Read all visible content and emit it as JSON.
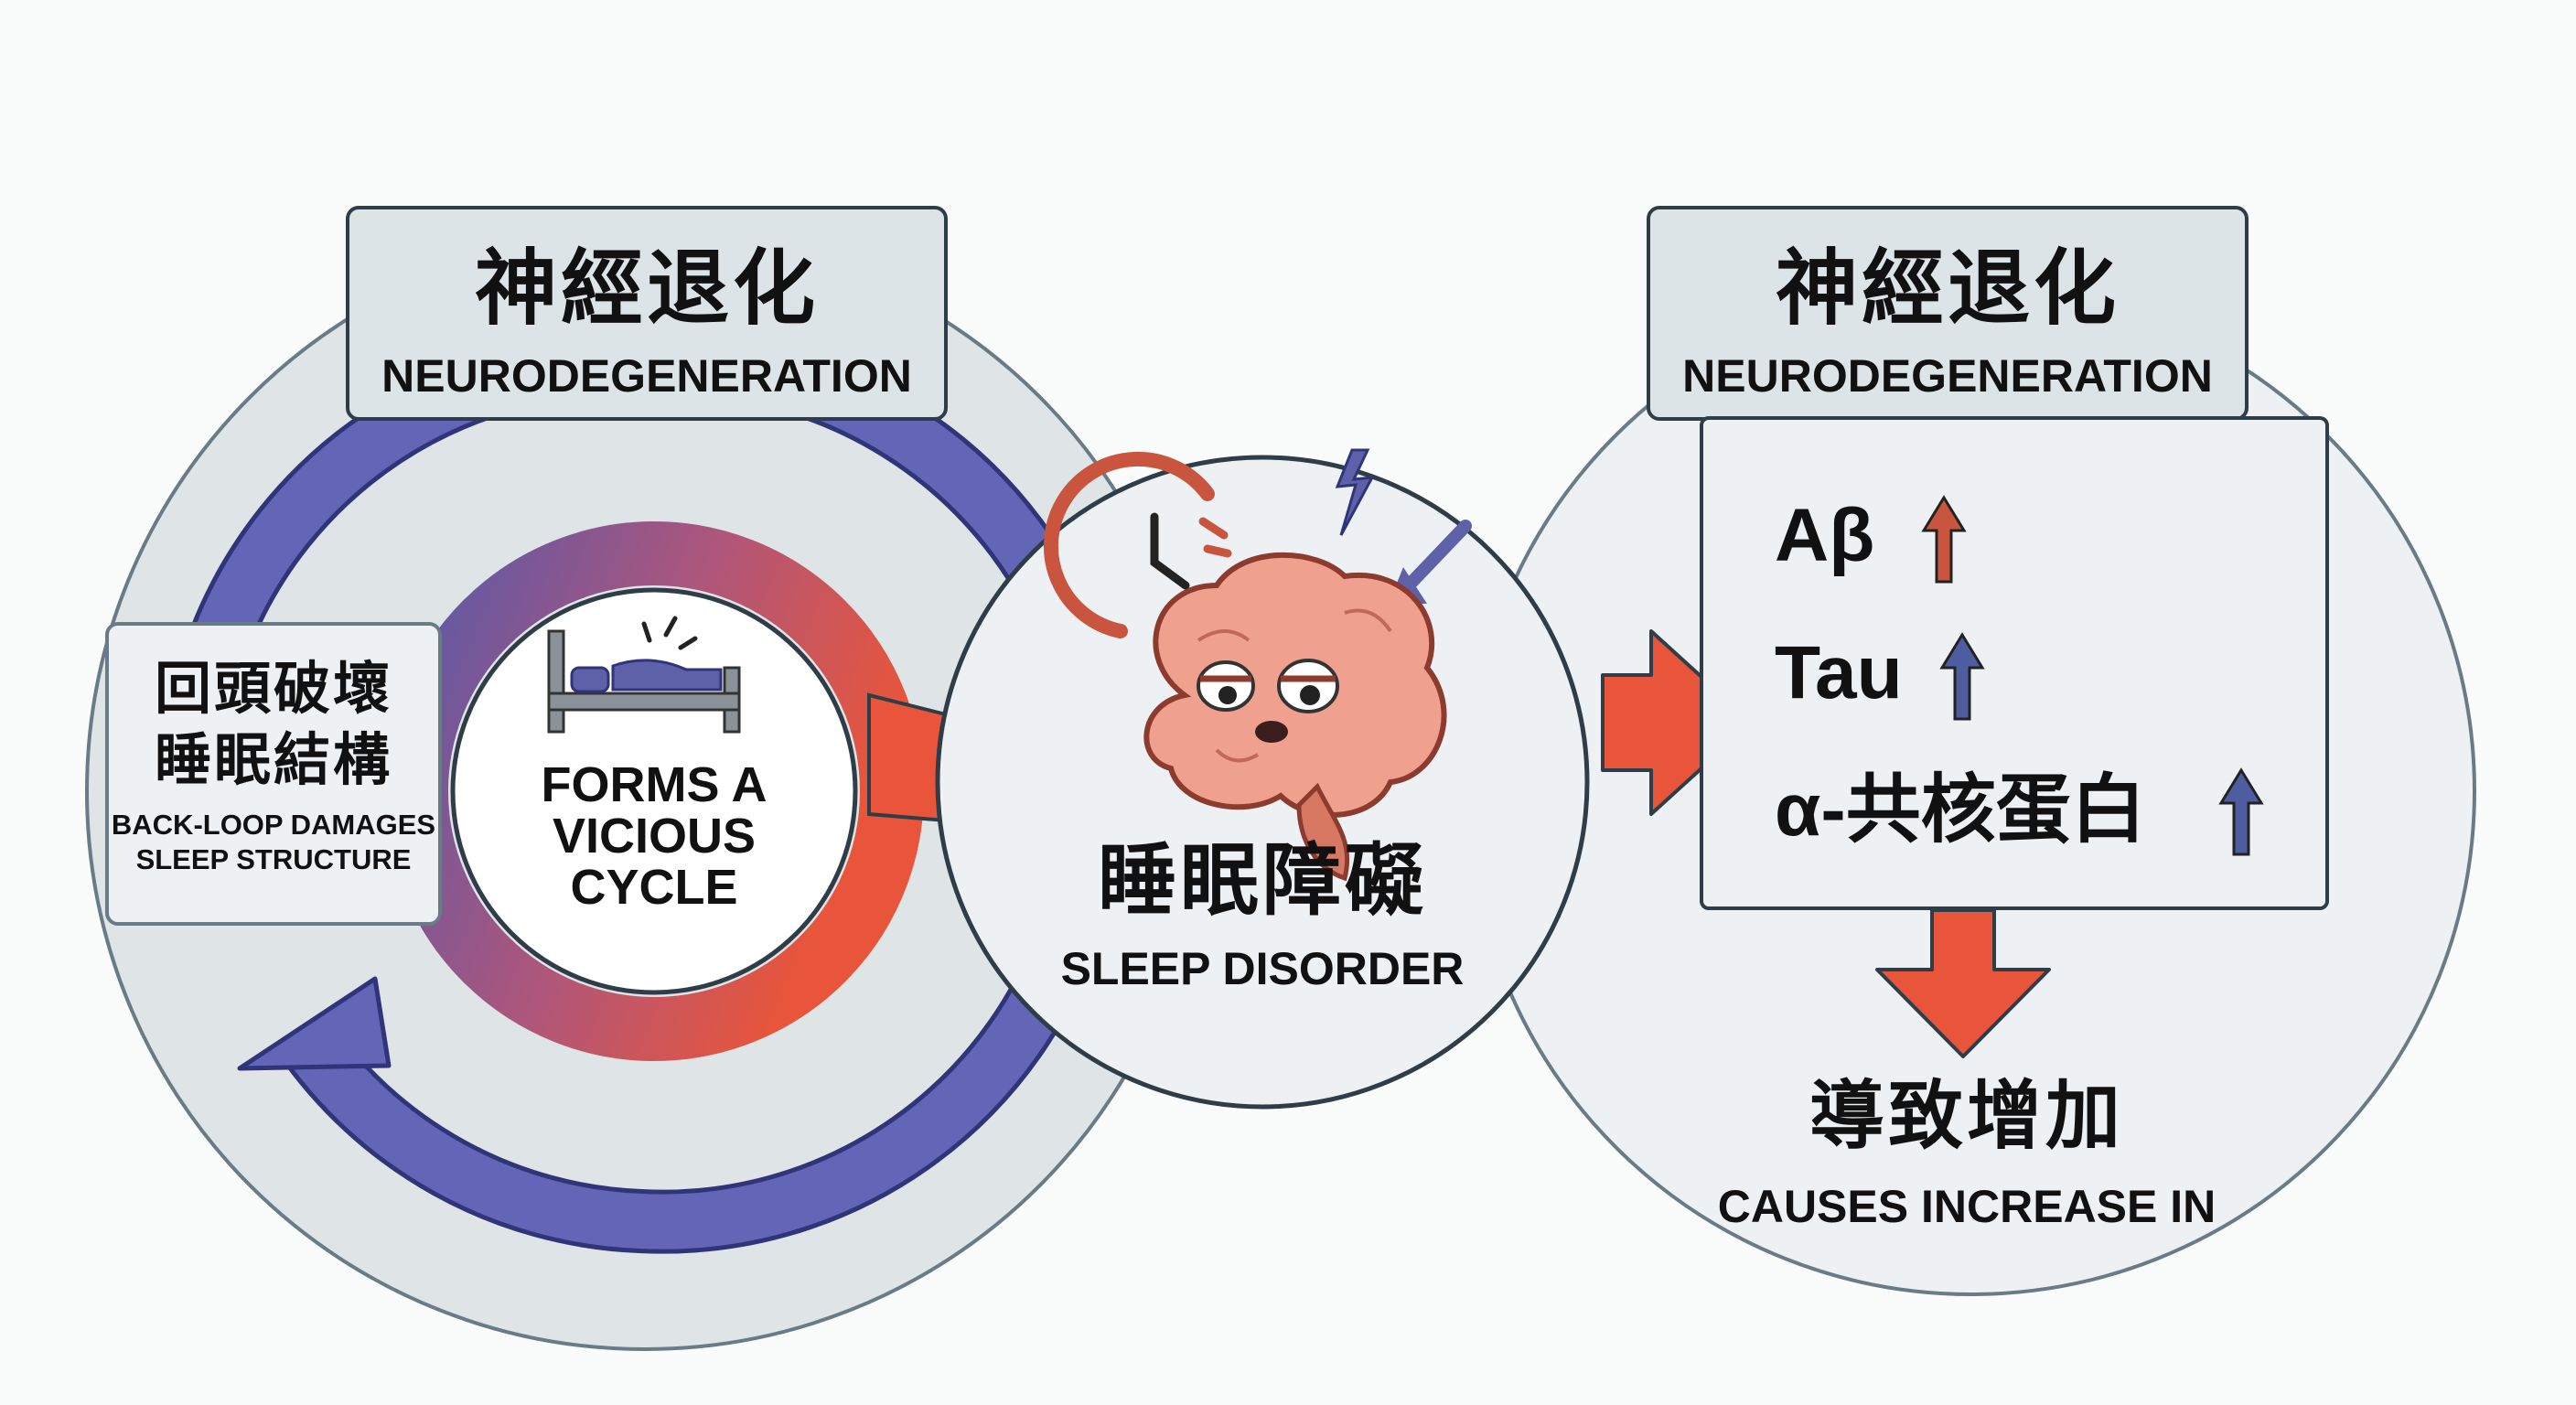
{
  "left_header": {
    "title_zh": "神經退化",
    "title_en": "NEURODEGENERATION"
  },
  "right_header": {
    "title_zh": "神經退化",
    "title_en": "NEURODEGENERATION"
  },
  "back_loop": {
    "line1_zh": "回頭破壞",
    "line2_zh": "睡眠結構",
    "line1_en": "BACK-LOOP DAMAGES",
    "line2_en": "SLEEP STRUCTURE"
  },
  "cycle": {
    "line1": "FORMS A",
    "line2": "VICIOUS",
    "line3": "CYCLE"
  },
  "center": {
    "title_zh": "睡眠障礙",
    "title_en": "SLEEP DISORDER"
  },
  "markers": [
    {
      "label": "Aβ",
      "arrow_color": "#c9553e"
    },
    {
      "label": "Tau",
      "arrow_color": "#3f4c8c"
    },
    {
      "label": "α-共核蛋白",
      "arrow_color": "#3f4c8c"
    }
  ],
  "result": {
    "title_zh": "導致增加",
    "title_en": "CAUSES INCREASE IN"
  },
  "icons": [
    "bed-icon",
    "clock-icon",
    "lightning-icon",
    "brain-icon",
    "neuron-icon"
  ],
  "colors": {
    "accent_orange": "#e8553a",
    "loop_blue": "#6366b6",
    "panel": "#dde4e8",
    "circle_bg": "#dfe4e7"
  }
}
